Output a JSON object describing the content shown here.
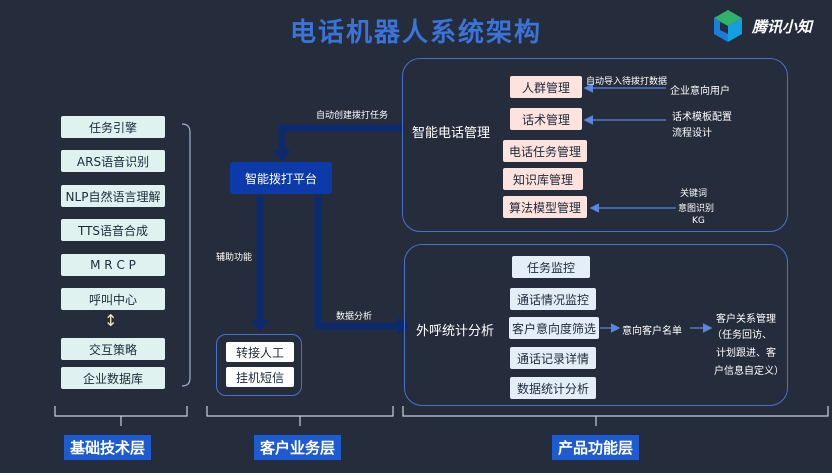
{
  "title": "电话机器人系统架构",
  "logo": {
    "text": "腾讯小知",
    "icon": "tencent-xiaozhi-cube-icon"
  },
  "foundation": {
    "items": [
      "任务引擎",
      "ARS语音识别",
      "NLP自然语言理解",
      "TTS语音合成",
      "M R C P",
      "呼叫中心",
      "交互策略",
      "企业数据库"
    ],
    "arrow": "↕"
  },
  "platform": {
    "label": "智能拨打平台",
    "auto_task": "自动创建拨打任务",
    "assist": "辅助功能",
    "data_analysis": "数据分析"
  },
  "business": {
    "items": [
      "转接人工",
      "挂机短信"
    ]
  },
  "smart_mgmt": {
    "title": "智能电话管理",
    "items": [
      "人群管理",
      "话术管理",
      "电话任务管理",
      "知识库管理",
      "算法模型管理"
    ],
    "notes": {
      "auto_import": "自动导入待拨打数据",
      "enterprise_users": "企业意向用户",
      "script_template": "话术模板配置",
      "process_design": "流程设计",
      "keywords": "关键词",
      "intent": "意图识别",
      "kg": "KG"
    }
  },
  "stats": {
    "title": "外呼统计分析",
    "items": [
      "任务监控",
      "通话情况监控",
      "客户意向度筛选",
      "通话记录详情",
      "数据统计分析"
    ],
    "intent_list": "意向客户名单",
    "crm": [
      "客户关系管理",
      "（任务回访、",
      "计划跟进、客",
      "户信息自定义）"
    ]
  },
  "layers": [
    "基础技术层",
    "客户业务层",
    "产品功能层"
  ],
  "colors": {
    "background": "#252d3c",
    "accent": "#1f5bd0",
    "title": "#3b73d6",
    "arrow": "#0e2a6e"
  }
}
